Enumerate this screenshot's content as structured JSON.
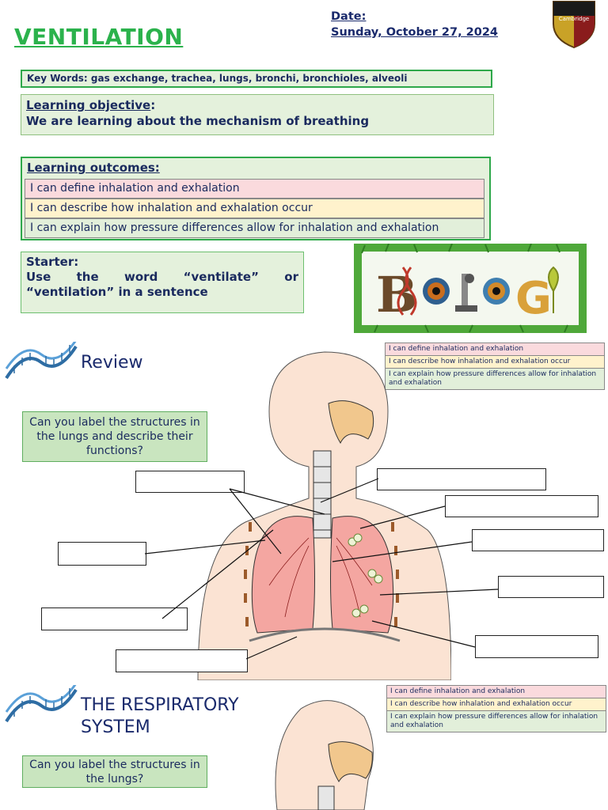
{
  "title": "VENTILATION",
  "date": {
    "label": "Date:",
    "value": "Sunday, October 27, 2024"
  },
  "crest": {
    "text": "Cambridge",
    "colors": [
      "#1a1a1a",
      "#8a1c1c",
      "#c9a227"
    ]
  },
  "keywords": "Key Words: gas exchange, trachea, lungs, bronchi, bronchioles, alveoli",
  "objective": {
    "heading": "Learning objective",
    "colon": ":",
    "text": "We are learning about the mechanism of breathing"
  },
  "outcomes": {
    "heading": "Learning outcomes:",
    "items": [
      "I can define inhalation and exhalation",
      "I can describe how inhalation and exhalation occur",
      "I can explain how pressure differences allow for inhalation and exhalation"
    ]
  },
  "starter": {
    "heading": "Starter:",
    "text": "Use the word “ventilate” or “ventilation” in a sentence"
  },
  "biology_banner": {
    "text": "BIOLOGY"
  },
  "review": {
    "heading": "Review",
    "question": "Can you label the structures in the lungs and describe their functions?",
    "mini_outcomes": [
      "I can define inhalation and exhalation",
      "I can describe how inhalation and exhalation occur",
      "I can explain how pressure differences allow for inhalation and exhalation"
    ]
  },
  "respiratory": {
    "heading_line1": "THE RESPIRATORY",
    "heading_line2": "SYSTEM",
    "question": "Can you label the structures in the lungs?",
    "mini_outcomes": [
      "I can define inhalation and exhalation",
      "I can describe how inhalation and exhalation occur",
      "I can explain how pressure differences allow for inhalation and exhalation"
    ]
  },
  "colors": {
    "title_green": "#2bb24c",
    "navy": "#1a2a5e",
    "box_green": "#e4f1dc",
    "pink": "#fadadd",
    "yellow": "#fff2cc"
  }
}
